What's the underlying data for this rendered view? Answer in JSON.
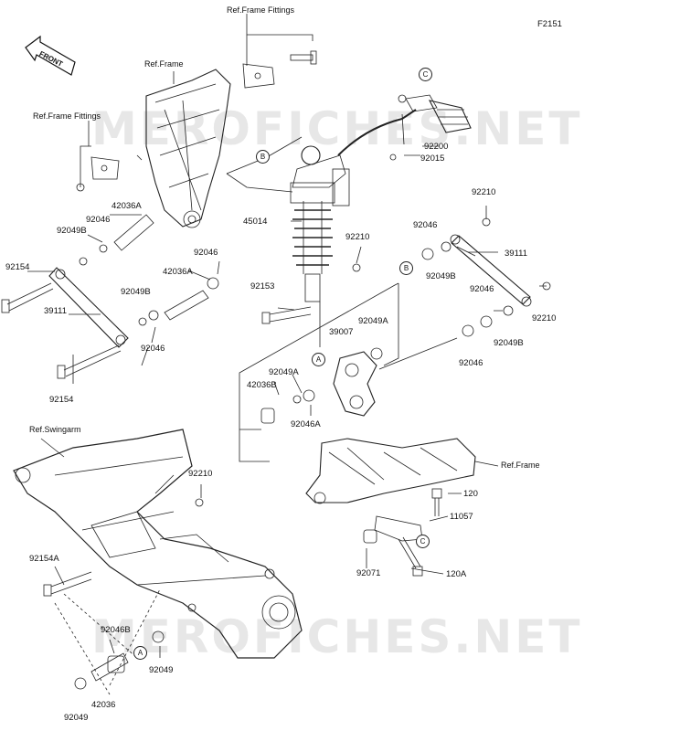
{
  "diagram_code": "F2151",
  "watermark": "MEROFICHES.NET",
  "front_label": "FRONT",
  "callouts": {
    "a": "A",
    "b": "B",
    "c": "C"
  },
  "refs": {
    "frame_fittings_top": "Ref.Frame Fittings",
    "frame_top": "Ref.Frame",
    "frame_fittings_left": "Ref.Frame Fittings",
    "swingarm": "Ref.Swingarm",
    "frame_right": "Ref.Frame"
  },
  "parts": {
    "p92200": "92200",
    "p92015": "92015",
    "p42036A_1": "42036A",
    "p92046_1": "92046",
    "p92049B_1": "92049B",
    "p45014": "45014",
    "p92210_1": "92210",
    "p92046_2": "92046",
    "p39111_right": "39111",
    "p92154_1": "92154",
    "p42036A_2": "42036A",
    "p92046_3": "92046",
    "p92210_2": "92210",
    "p92049B_2": "92049B",
    "p92153": "92153",
    "p92046_4": "92046",
    "p92210_3": "92210",
    "p39111_left": "39111",
    "p92049B_3": "92049B",
    "p92046_5": "92046",
    "p39007": "39007",
    "p92049A_1": "92049A",
    "p92049B_4": "92049B",
    "p92049A_2": "92049A",
    "p42036B": "42036B",
    "p92154_2": "92154",
    "p92046A": "92046A",
    "p92046_6": "92046",
    "p92210_4": "92210",
    "p120": "120",
    "p11057": "11057",
    "p92154A": "92154A",
    "p92071": "92071",
    "p120A": "120A",
    "p92046B": "92046B",
    "p92049_1": "92049",
    "p42036": "42036",
    "p92049_2": "92049"
  }
}
